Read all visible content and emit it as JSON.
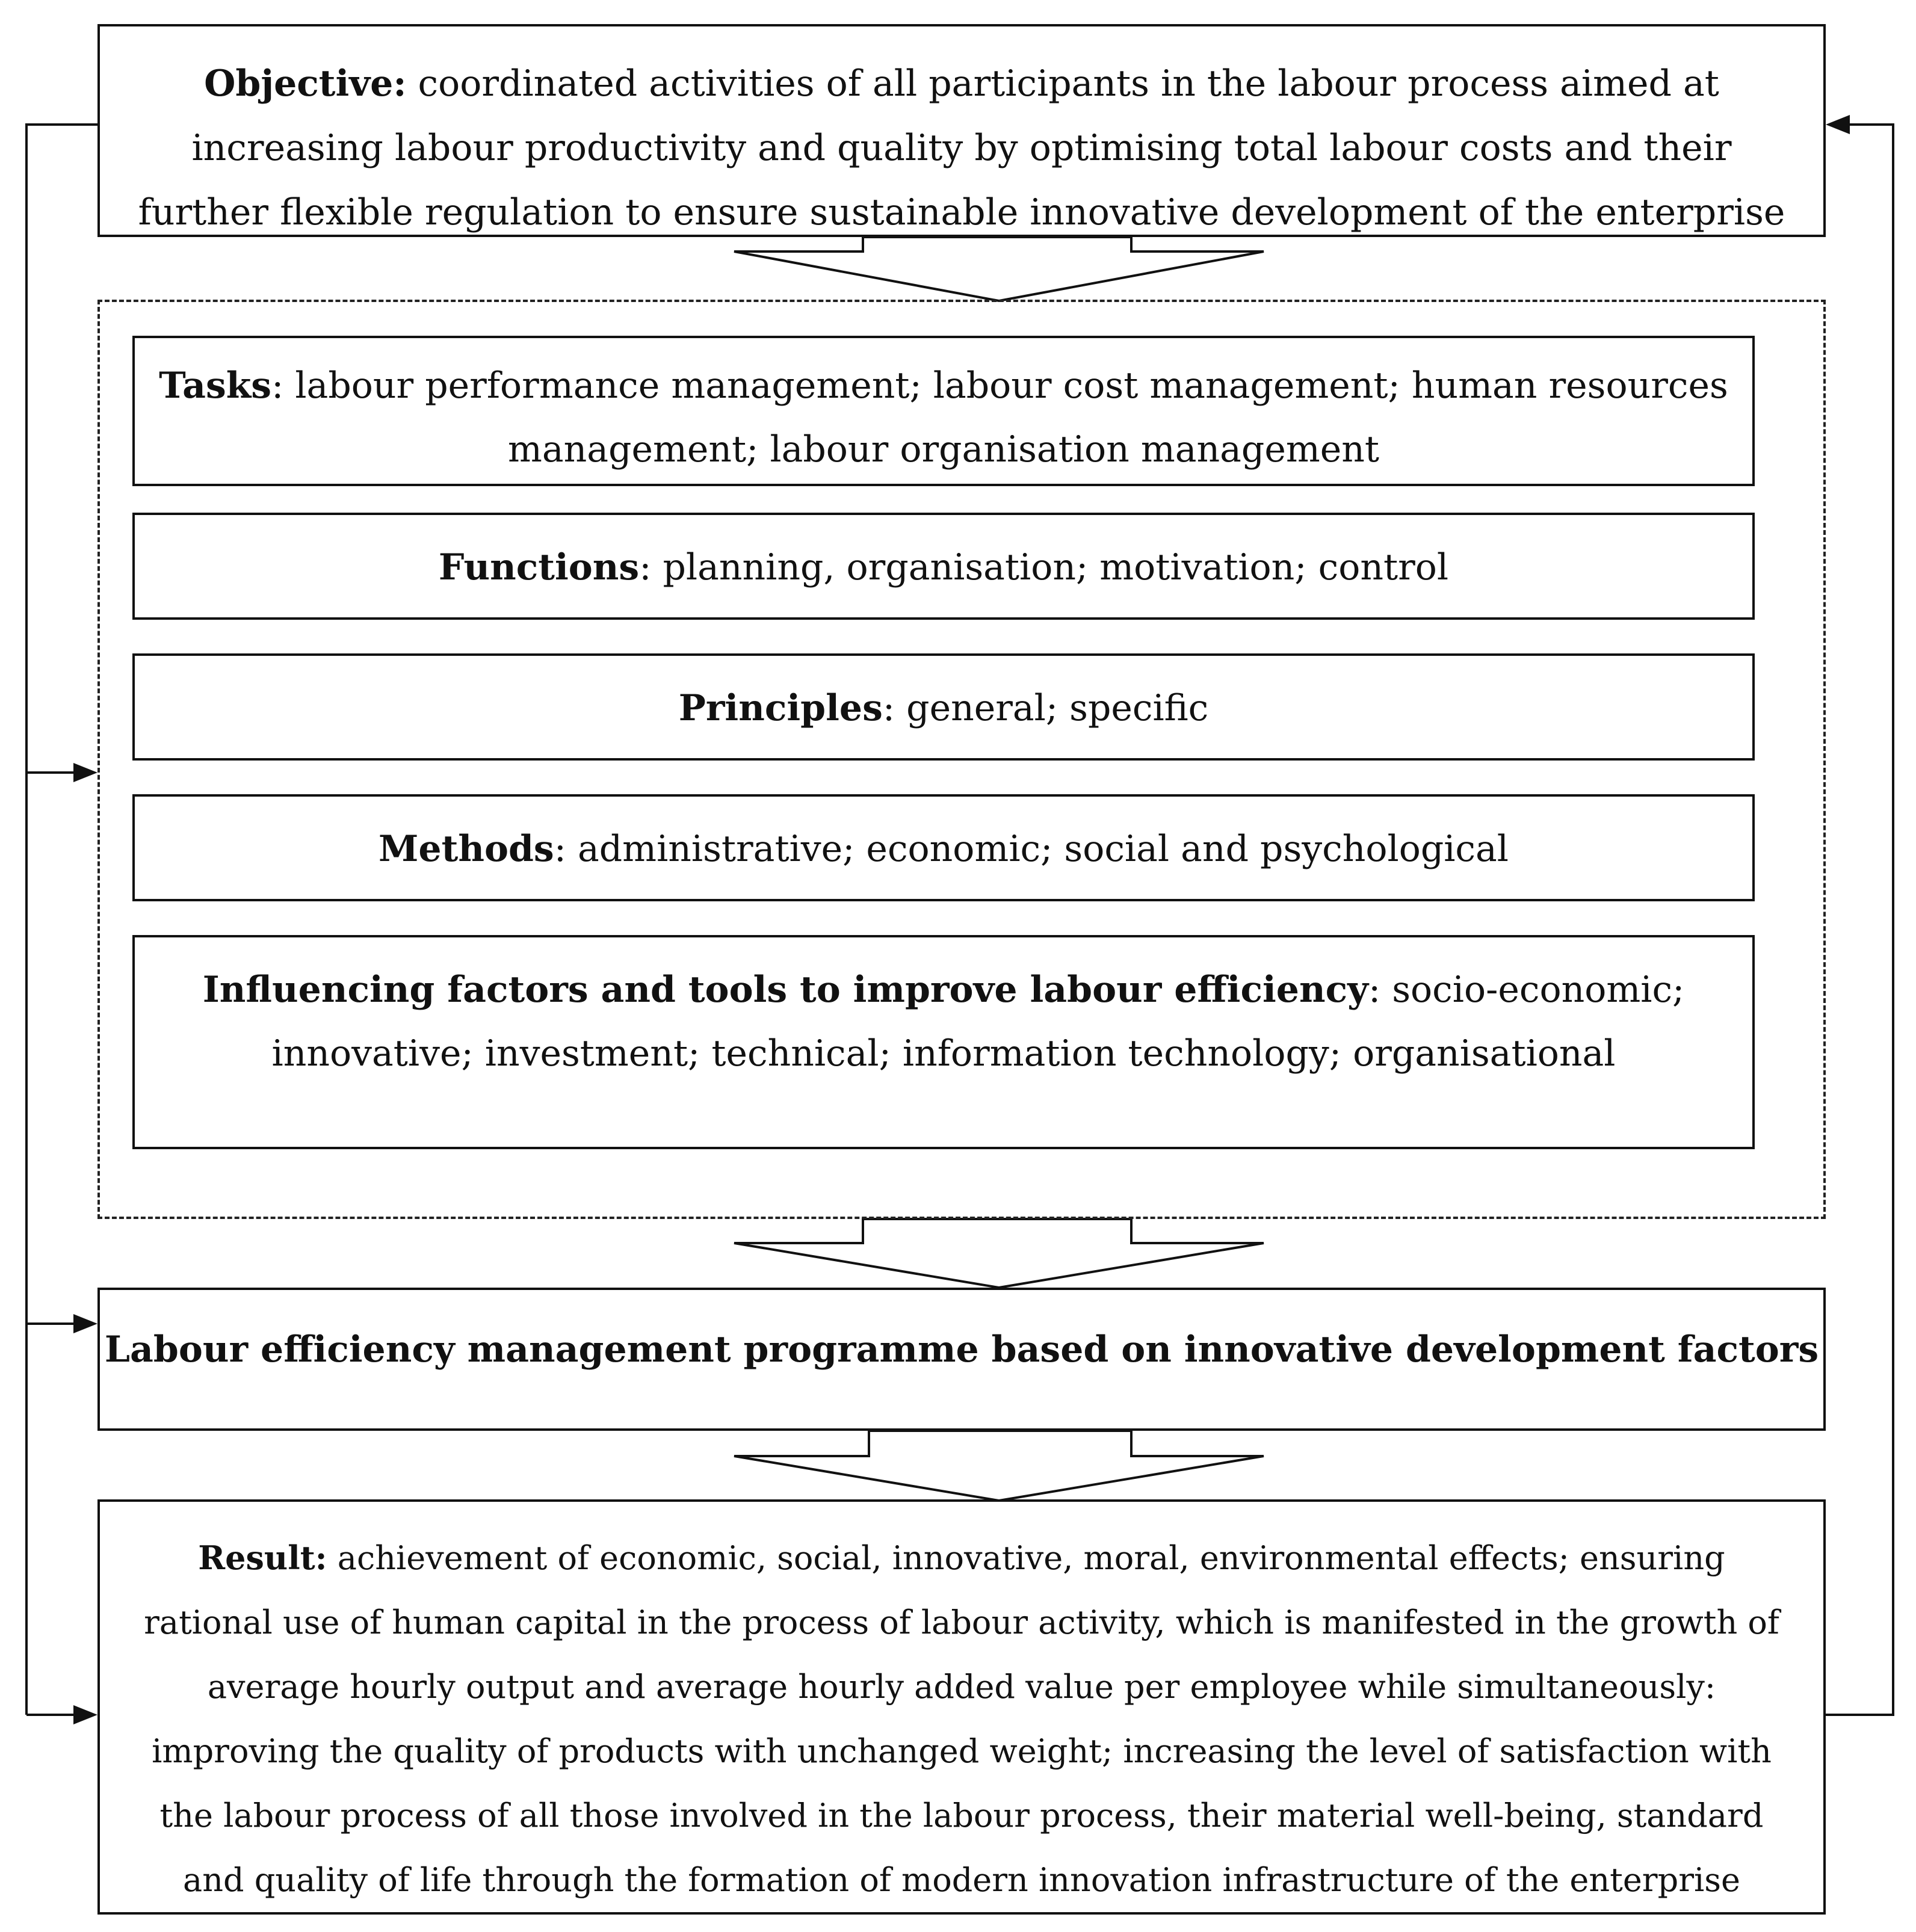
{
  "objective": {
    "label": "Objective:",
    "text": " coordinated activities of all participants in the labour process aimed at increasing labour productivity and quality by optimising total labour costs and their further flexible regulation to ensure sustainable innovative development of the enterprise"
  },
  "tasks": {
    "label": "Tasks",
    "text": ": labour performance management; labour cost management; human resources management; labour organisation management"
  },
  "functions": {
    "label": "Functions",
    "text": ": planning, organisation; motivation; control"
  },
  "principles": {
    "label": "Principles",
    "text": ": general; specific"
  },
  "methods": {
    "label": "Methods",
    "text": ": administrative; economic; social and psychological"
  },
  "factors": {
    "label": "Influencing factors and tools to improve labour efficiency",
    "text": ": socio-economic; innovative; investment; technical; information technology; organisational"
  },
  "programme": {
    "text": "Labour efficiency management programme based on innovative development factors"
  },
  "result": {
    "label": "Result:",
    "text": " achievement of economic, social, innovative, moral, environmental effects; ensuring rational use of human capital in the process of labour activity, which is manifested in the growth of average hourly output and average hourly added value per employee while simultaneously: improving the quality of products with unchanged weight; increasing the level of satisfaction with the labour process of all those involved in the labour process, their material well-being, standard and quality of life through the formation of modern innovation infrastructure of the enterprise"
  }
}
